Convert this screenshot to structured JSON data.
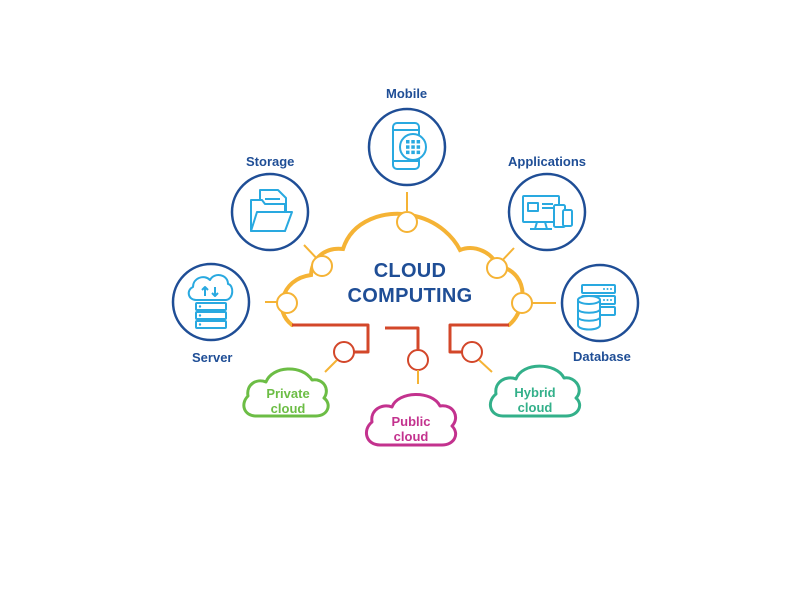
{
  "center": {
    "line1": "CLOUD",
    "line2": "COMPUTING"
  },
  "nodes": {
    "mobile": "Mobile",
    "storage": "Storage",
    "applications": "Applications",
    "server": "Server",
    "database": "Database"
  },
  "clouds": {
    "private": {
      "line1": "Private",
      "line2": "cloud"
    },
    "public": {
      "line1": "Public",
      "line2": "cloud"
    },
    "hybrid": {
      "line1": "Hybrid",
      "line2": "cloud"
    }
  },
  "colors": {
    "navy": "#1f4e96",
    "icon_blue": "#29a9e0",
    "main_cloud": "#f5b335",
    "red_connector": "#d3472a",
    "private_green": "#6cbd45",
    "public_magenta": "#c3328e",
    "hybrid_teal": "#33b08a"
  }
}
